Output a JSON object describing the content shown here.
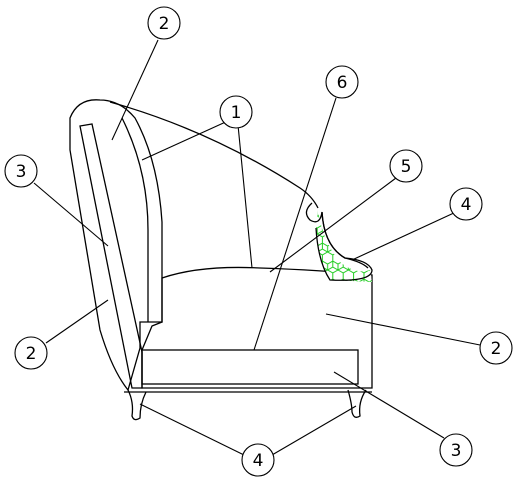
{
  "diagram": {
    "callouts": [
      {
        "id": "c2-top",
        "label": "2"
      },
      {
        "id": "c1",
        "label": "1"
      },
      {
        "id": "c6",
        "label": "6"
      },
      {
        "id": "c5",
        "label": "5"
      },
      {
        "id": "c4-right",
        "label": "4"
      },
      {
        "id": "c3-left",
        "label": "3"
      },
      {
        "id": "c2-left",
        "label": "2"
      },
      {
        "id": "c2-right",
        "label": "2"
      },
      {
        "id": "c3-right",
        "label": "3"
      },
      {
        "id": "c4-bottom",
        "label": "4"
      }
    ],
    "colors": {
      "foam_hex": "#22cc22",
      "wood": "#c9a588",
      "wood_hatch": "#6b4a3a",
      "outline": "#000000"
    }
  }
}
